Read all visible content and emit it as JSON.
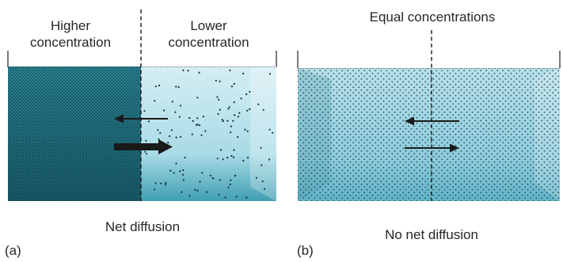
{
  "panel_a": {
    "left_label_line1": "Higher",
    "left_label_line2": "concentration",
    "right_label_line1": "Lower",
    "right_label_line2": "concentration",
    "caption": "Net diffusion",
    "panel_letter": "(a)"
  },
  "panel_b": {
    "top_label": "Equal concentrations",
    "caption": "No net diffusion",
    "panel_letter": "(b)"
  },
  "colors": {
    "dense_water": "#1d6d7e",
    "light_water": "#b9e2ec",
    "equal_water": "#8fcfe0",
    "particle": "#0e2a33",
    "arrow": "#1a1a1a"
  }
}
